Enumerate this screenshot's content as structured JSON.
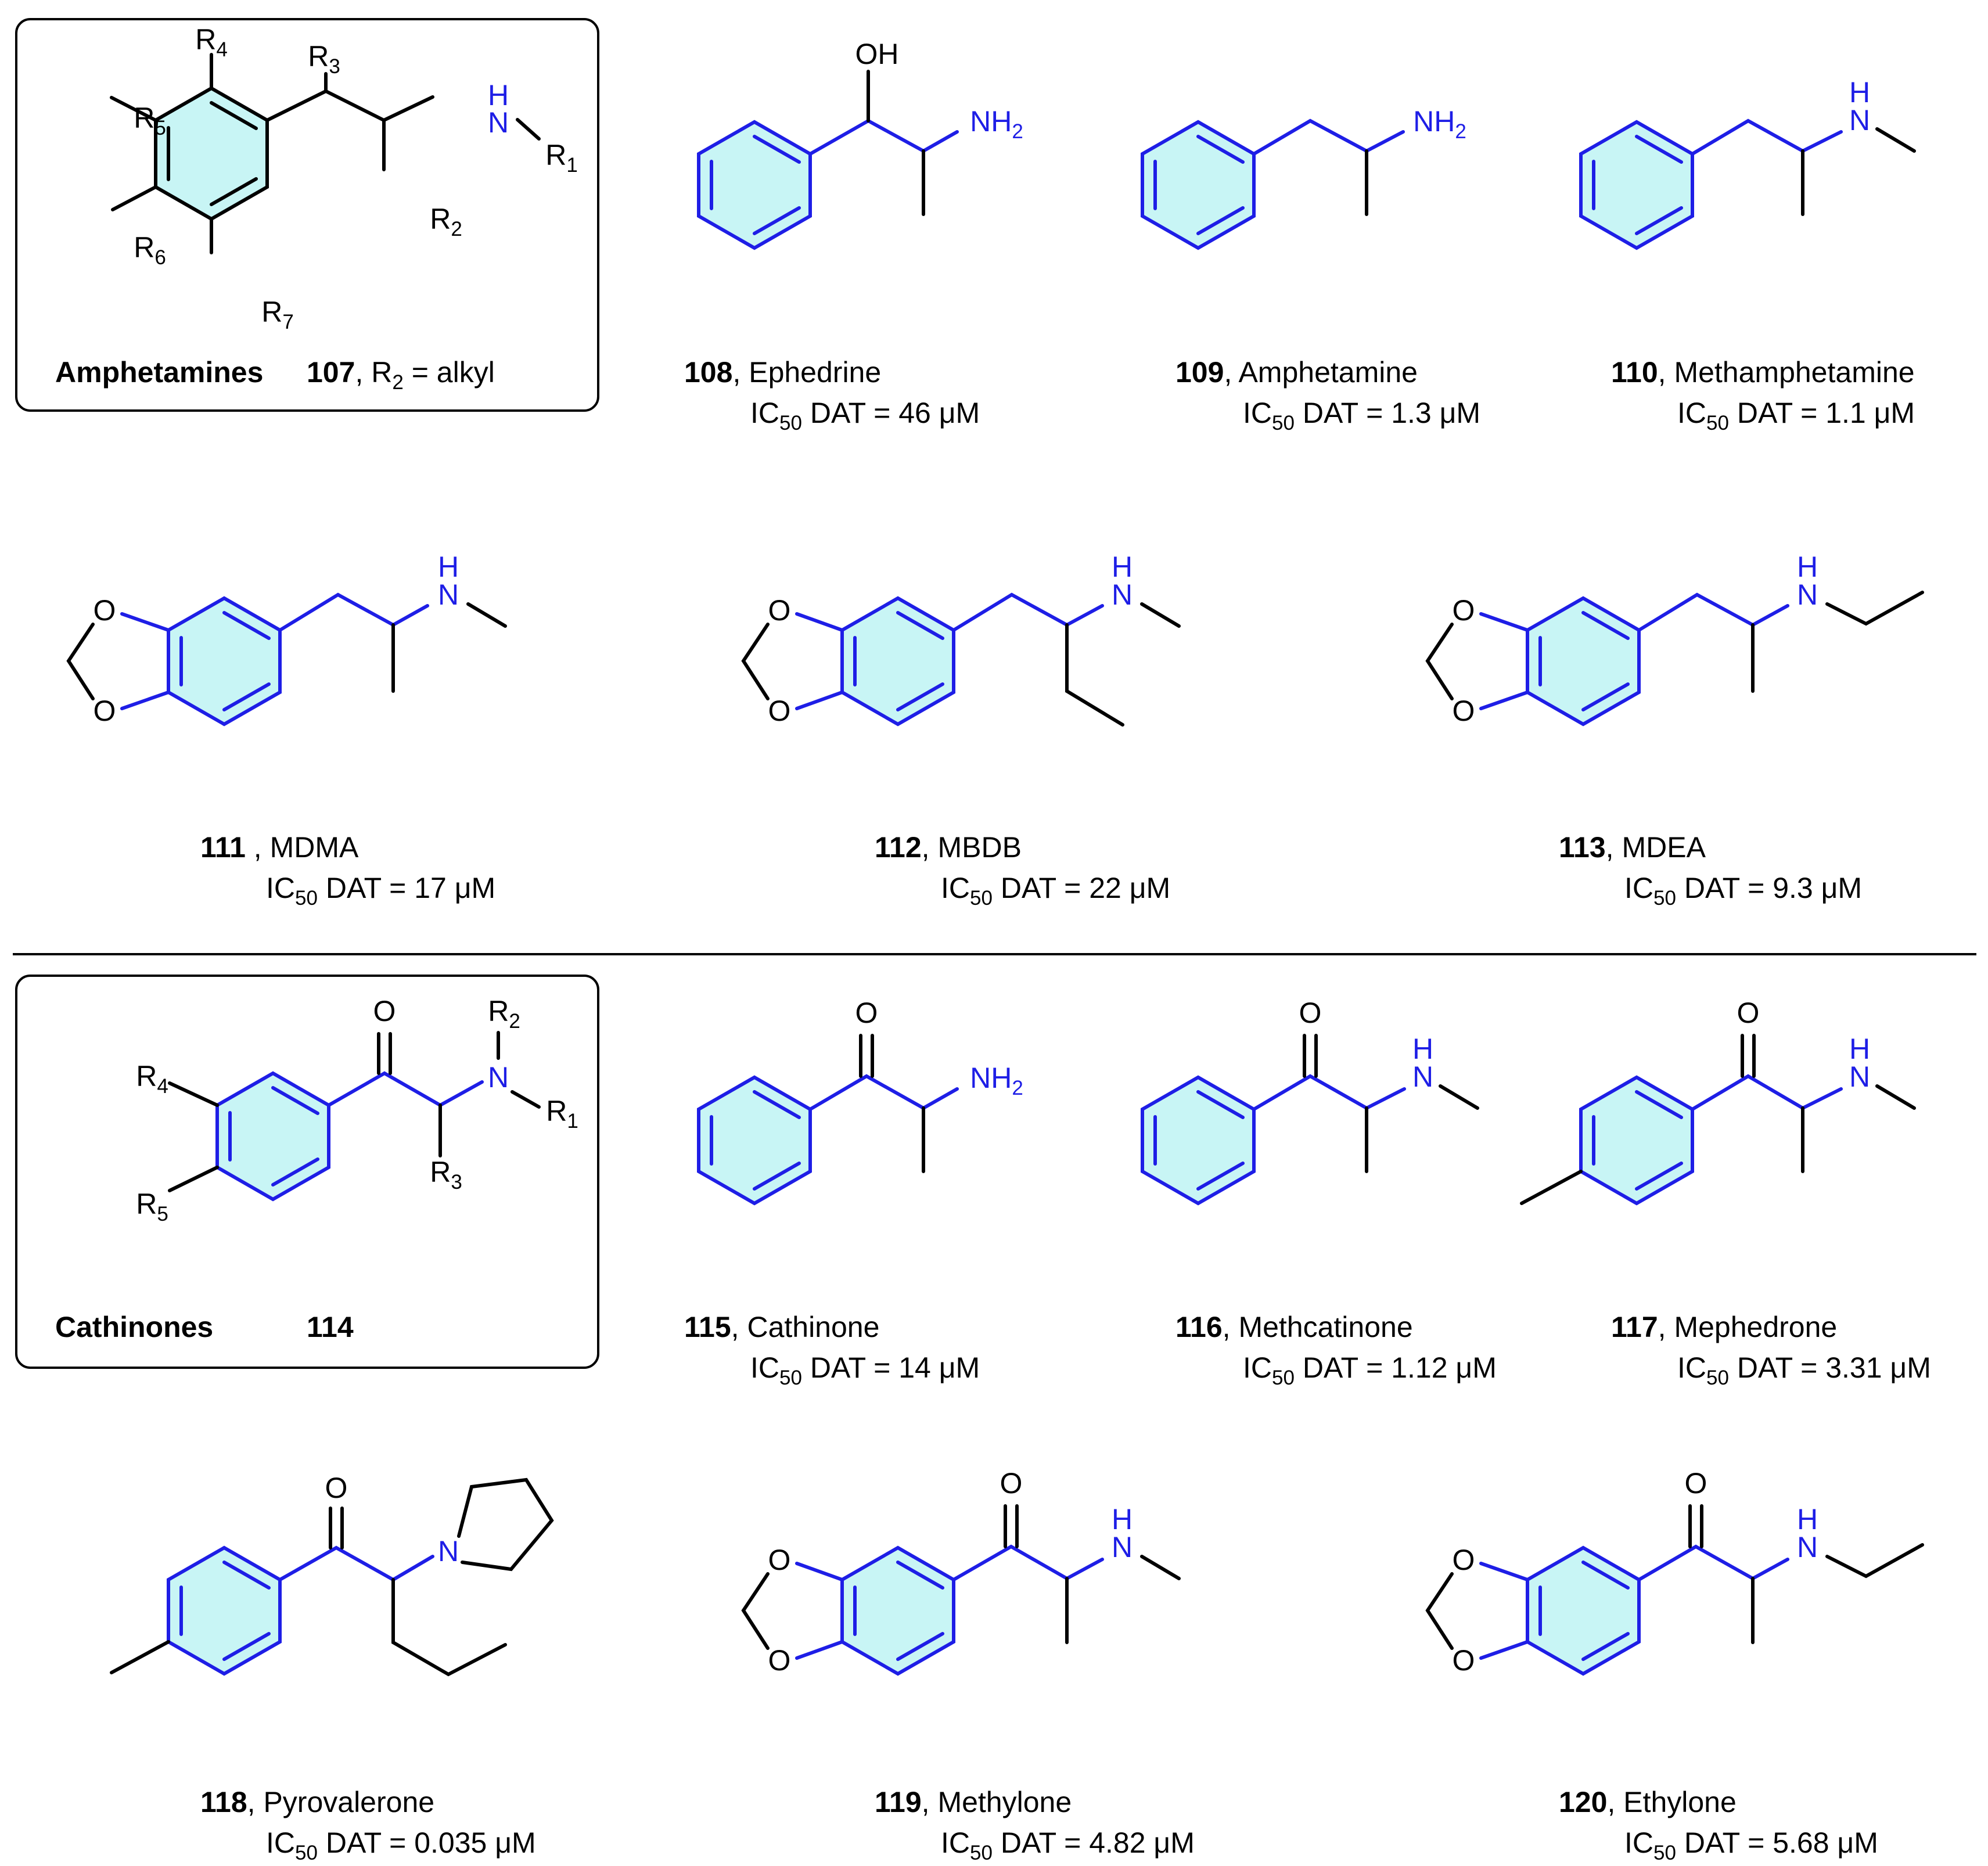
{
  "figure": {
    "amphetamines_box": {
      "heading": "Amphetamines",
      "number": "107",
      "condition": ", R"
    },
    "cathinones_box": {
      "heading": "Cathinones",
      "number": "114"
    },
    "compounds": [
      {
        "number": "108",
        "name": ", Ephedrine",
        "ic50_value": "46 μM"
      },
      {
        "number": "109",
        "name": ", Amphetamine",
        "ic50_value": "1.3 μM"
      },
      {
        "number": "110",
        "name": ", Methamphetamine",
        "ic50_value": "1.1 μM"
      },
      {
        "number": "111",
        "name": " , MDMA",
        "ic50_value": "17 μM"
      },
      {
        "number": "112",
        "name": ", MBDB",
        "ic50_value": "22 μM"
      },
      {
        "number": "113",
        "name": ", MDEA",
        "ic50_value": "9.3 μM"
      },
      {
        "number": "115",
        "name": ", Cathinone",
        "ic50_value": "14 μM"
      },
      {
        "number": "116",
        "name": ", Methcatinone",
        "ic50_value": "1.12 μM"
      },
      {
        "number": "117",
        "name": ", Mephedrone",
        "ic50_value": "3.31 μM"
      },
      {
        "number": "118",
        "name": ", Pyrovalerone",
        "ic50_value": "0.035 μM"
      },
      {
        "number": "119",
        "name": ", Methylone",
        "ic50_value": "4.82 μM"
      },
      {
        "number": "120",
        "name": ", Ethylone",
        "ic50_value": "5.68 μM"
      }
    ],
    "atoms": {
      "R": "R",
      "H": "H",
      "N": "N",
      "O": "O",
      "OH": "OH",
      "NH": "NH",
      "sub1": "1",
      "sub2": "2",
      "sub3": "3",
      "sub4": "4",
      "sub5": "5",
      "sub6": "6",
      "sub7": "7"
    },
    "ic": {
      "prefix": "IC",
      "sub": "50",
      "suffix": " DAT = "
    },
    "alkyl": " = alkyl"
  }
}
